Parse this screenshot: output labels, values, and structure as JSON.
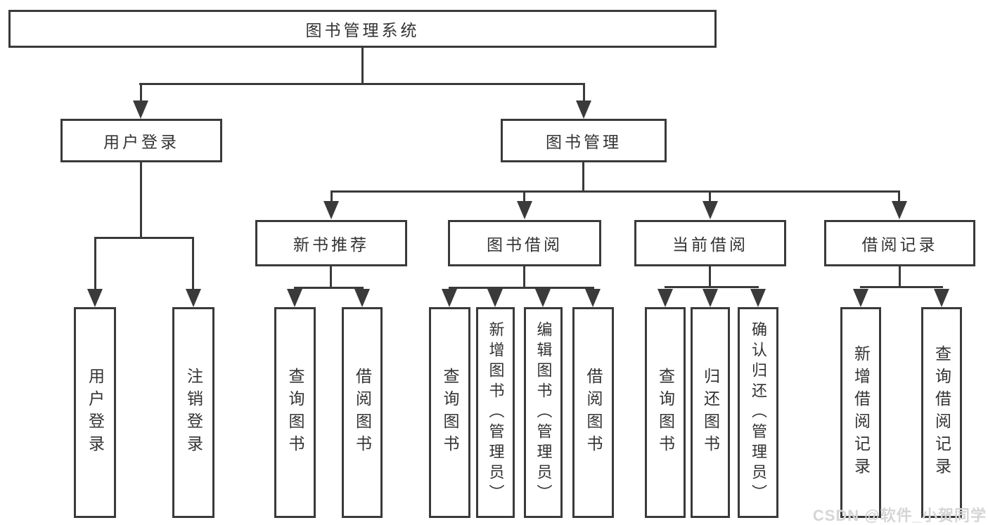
{
  "tree": {
    "root": {
      "label": "图书管理系统",
      "children": [
        {
          "label": "用户登录",
          "children": [
            {
              "label": "用户登录"
            },
            {
              "label": "注销登录"
            }
          ]
        },
        {
          "label": "图书管理",
          "children": [
            {
              "label": "新书推荐",
              "children": [
                {
                  "label": "查询图书"
                },
                {
                  "label": "借阅图书"
                }
              ]
            },
            {
              "label": "图书借阅",
              "children": [
                {
                  "label": "查询图书"
                },
                {
                  "label": "新增图书（管理员）"
                },
                {
                  "label": "编辑图书（管理员）"
                },
                {
                  "label": "借阅图书"
                }
              ]
            },
            {
              "label": "当前借阅",
              "children": [
                {
                  "label": "查询图书"
                },
                {
                  "label": "归还图书"
                },
                {
                  "label": "确认归还（管理员）"
                }
              ]
            },
            {
              "label": "借阅记录",
              "children": [
                {
                  "label": "新增借阅记录"
                },
                {
                  "label": "查询借阅记录"
                }
              ]
            }
          ]
        }
      ]
    }
  },
  "watermark": "CSDN @软件_小贺同学",
  "colors": {
    "line": "#3a3a3a",
    "text": "#333333",
    "background": "#ffffff",
    "watermark": "#d5d5d5"
  }
}
